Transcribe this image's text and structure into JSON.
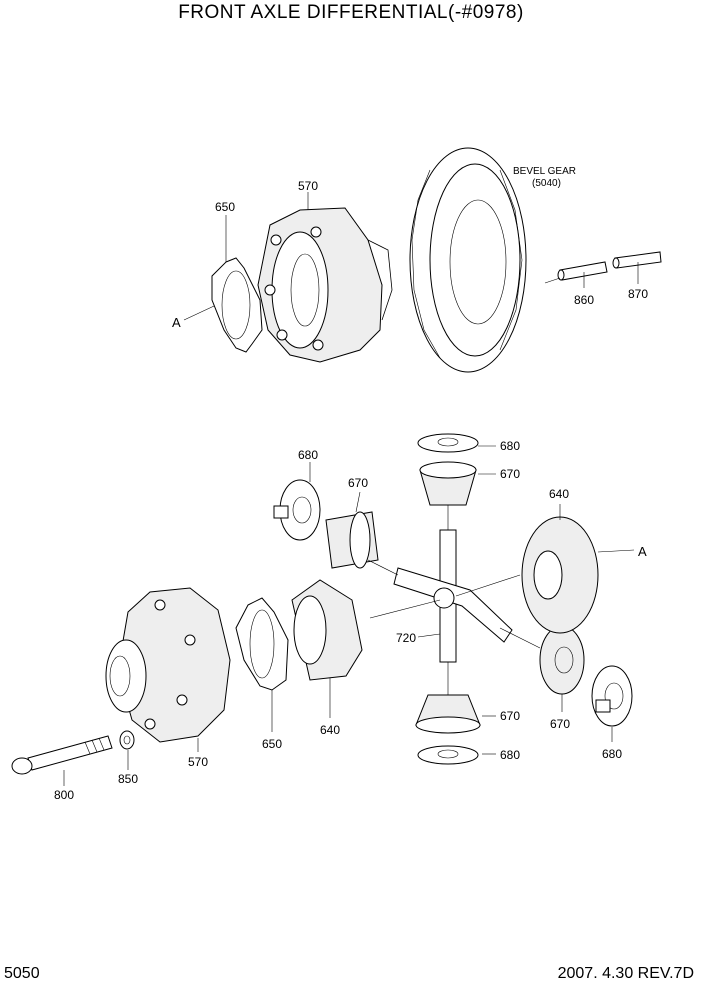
{
  "title": "FRONT AXLE DIFFERENTIAL(-#0978)",
  "footer": {
    "page": "5050",
    "date_rev": "2007. 4.30  REV.7D"
  },
  "bevel_gear": {
    "label": "BEVEL GEAR",
    "ref": "(5040)"
  },
  "section_marks": [
    "A",
    "A"
  ],
  "part_labels": [
    "570",
    "650",
    "860",
    "870",
    "680",
    "670",
    "680",
    "670",
    "640",
    "720",
    "670",
    "680",
    "670",
    "680",
    "640",
    "650",
    "570",
    "850",
    "800"
  ]
}
